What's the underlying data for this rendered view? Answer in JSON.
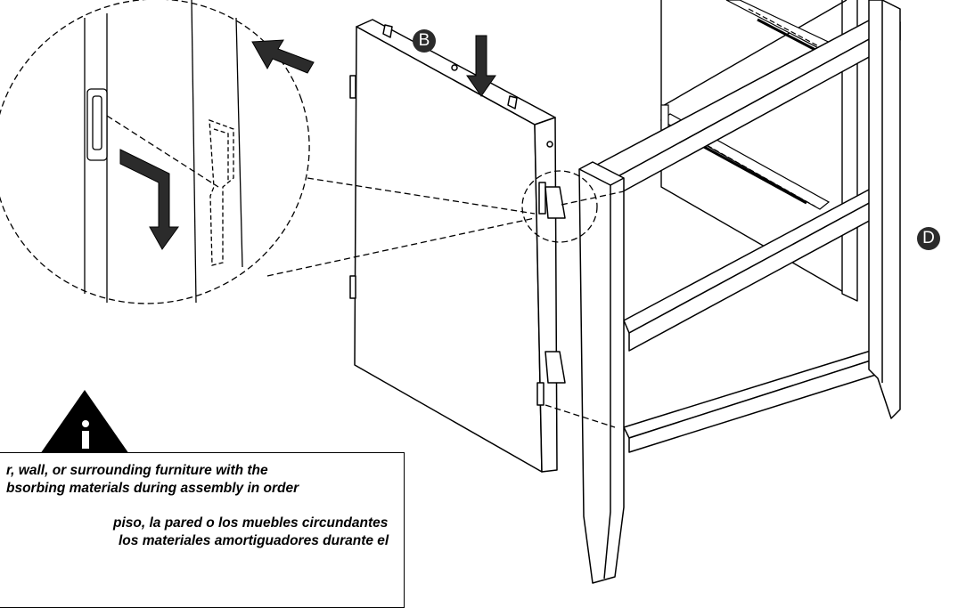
{
  "callouts": {
    "b": "B",
    "d": "D"
  },
  "warning": {
    "icon": "information-warning-icon",
    "lines_en": [
      "r, wall, or surrounding furniture with the",
      "bsorbing materials during assembly in order"
    ],
    "lines_es": [
      "piso, la pared o los muebles circundantes",
      "los materiales amortiguadores durante el"
    ]
  },
  "colors": {
    "line": "#000000",
    "callout_fill": "#2b2b2b",
    "callout_text": "#ffffff",
    "panel": "#ffffff"
  }
}
